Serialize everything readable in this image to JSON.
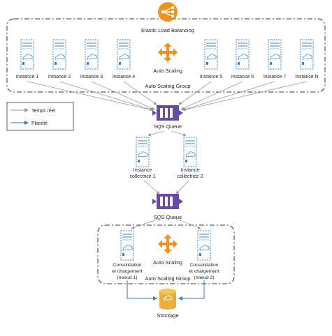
{
  "elb": {
    "label": "Elastic Load Balancing"
  },
  "top_group": {
    "scaling_label": "Auto Scaling",
    "group_label": "Auto Scaling Group",
    "instances": [
      "Instance 1",
      "Instance 2",
      "Instance 3",
      "Instance 4",
      "Instance 5",
      "Instance 6",
      "Instance 7",
      "Instance N"
    ]
  },
  "legend": {
    "realtime": "Temps réel",
    "planned": "Planifié"
  },
  "queue1": {
    "label": "SQS Queue"
  },
  "collectors": [
    {
      "line1": "Instance",
      "line2": "collectrice 1"
    },
    {
      "line1": "Instance",
      "line2": "collectrice 2"
    }
  ],
  "queue2": {
    "label": "SQS Queue"
  },
  "bottom_group": {
    "scaling_label": "Auto Scaling",
    "group_label": "Auto Scaling Group",
    "nodes": [
      {
        "line1": "Consolidation",
        "line2": "et chargement",
        "line3": "(noeud 1)"
      },
      {
        "line1": "Consolidation",
        "line2": "et chargement",
        "line3": "(noeud 2)"
      }
    ]
  },
  "storage": {
    "label": "Stockage"
  },
  "colors": {
    "instance": "#3b83c5",
    "orange": "#f0901f",
    "queue": "#6a4aa5",
    "storage": "#e8b03a",
    "planned": "#2a7fc1",
    "realtime": "#999999"
  }
}
